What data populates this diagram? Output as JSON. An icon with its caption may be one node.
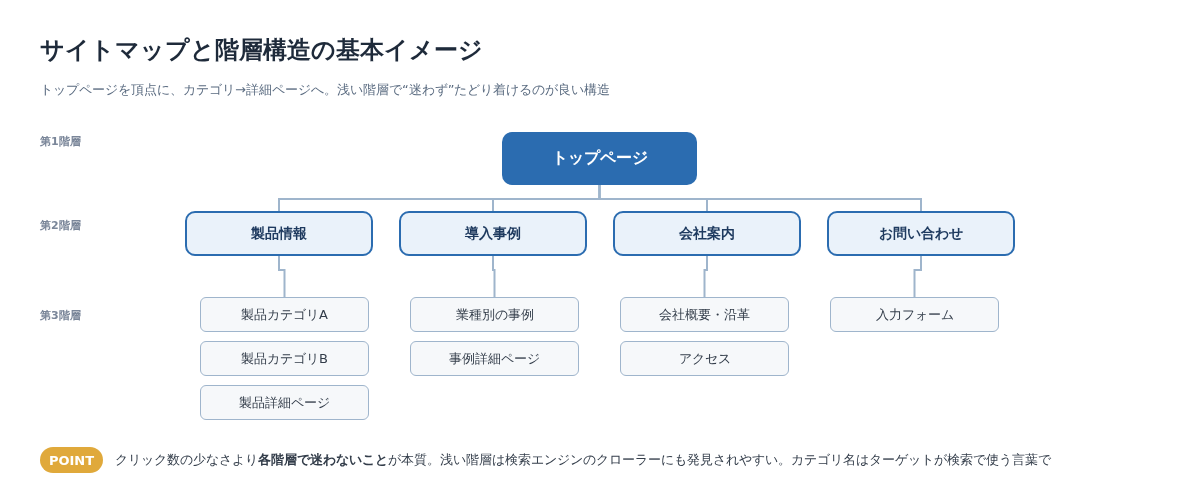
{
  "diagram": {
    "title": "サイトマップと階層構造の基本イメージ",
    "caption": "トップページを頂点に、カテゴリ→詳細ページへ。浅い階層で“迷わず”たどり着けるのが良い構造",
    "nodes": [
      {
        "text": [
          "トップページ"
        ]
      },
      {
        "text": [
          "製品情報"
        ]
      },
      {
        "text": [
          "導入事例"
        ]
      },
      {
        "text": [
          "会社案内"
        ]
      },
      {
        "text": [
          "お問い合わせ"
        ]
      },
      {
        "text": [
          "製品カテゴリA"
        ]
      },
      {
        "text": [
          "製品カテゴリB"
        ]
      },
      {
        "text": [
          "製品詳細ページ"
        ]
      },
      {
        "text": [
          "業種別の事例"
        ]
      },
      {
        "text": [
          "事例詳細ページ"
        ]
      },
      {
        "text": [
          "会社概要・沿革"
        ]
      },
      {
        "text": [
          "アクセス"
        ]
      },
      {
        "text": [
          "入力フォーム"
        ]
      },
      {
        "text": [
          "POINT"
        ],
        "beside": [
          "クリック数の少なさより**各階層で迷わないこと**が本質。浅い階層は検索エンジンのクローラーにも発見されやすい。カテゴリ名はターゲットが検索で使う言葉で"
        ]
      }
    ],
    "edges": [
      {
        "from": 0,
        "to": 1,
        "arrow": "none"
      },
      {
        "from": 0,
        "to": 2,
        "arrow": "none"
      },
      {
        "from": 0,
        "to": 3,
        "arrow": "none"
      },
      {
        "from": 0,
        "to": 4,
        "arrow": "none"
      },
      {
        "from": 1,
        "to": 5,
        "arrow": "none"
      },
      {
        "from": 2,
        "to": 8,
        "arrow": "none"
      },
      {
        "from": 3,
        "to": 10,
        "arrow": "none"
      },
      {
        "from": 4,
        "to": 12,
        "arrow": "none"
      }
    ],
    "labels": [
      "第1階層",
      "第2階層",
      "第3階層"
    ]
  }
}
